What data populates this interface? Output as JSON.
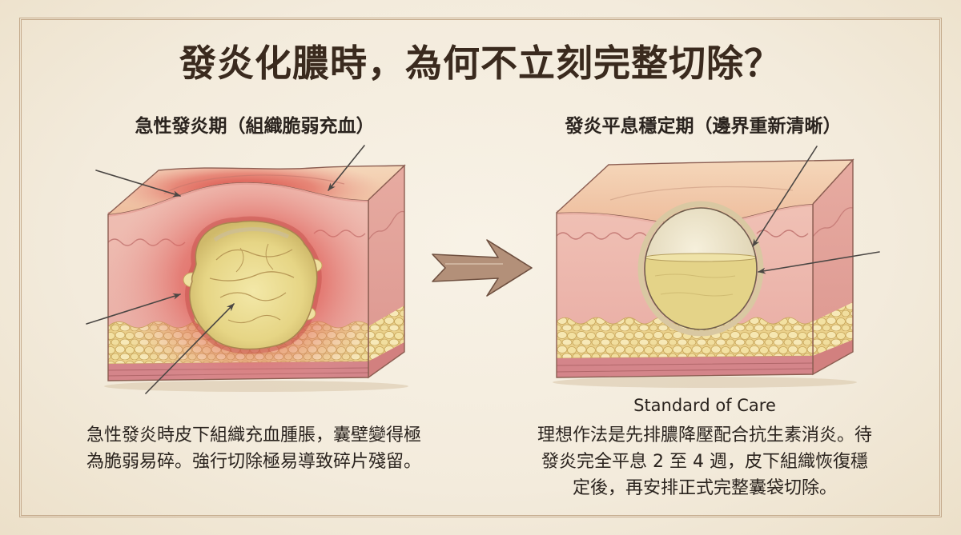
{
  "title": "發炎化膿時，為何不立刻完整切除？",
  "left_panel": {
    "heading": "急性發炎期（組織脆弱充血）",
    "description": [
      "急性發炎時皮下組織充血腫脹，囊壁變得極",
      "為脆弱易碎。強行切除極易導致碎片殘留。"
    ]
  },
  "right_panel": {
    "heading": "發炎平息穩定期（邊界重新清晰）",
    "subheading": "Standard of Care",
    "description": [
      "理想作法是先排膿降壓配合抗生素消炎。待",
      "發炎完全平息 2 至 4 週，皮下組織恢復穩",
      "定後，再安排正式完整囊袋切除。"
    ]
  },
  "theme": {
    "background": "#f3ebdc",
    "title_color": "#3a2a1e",
    "text_color": "#2a231e",
    "arrow_fill": "#b39079"
  }
}
